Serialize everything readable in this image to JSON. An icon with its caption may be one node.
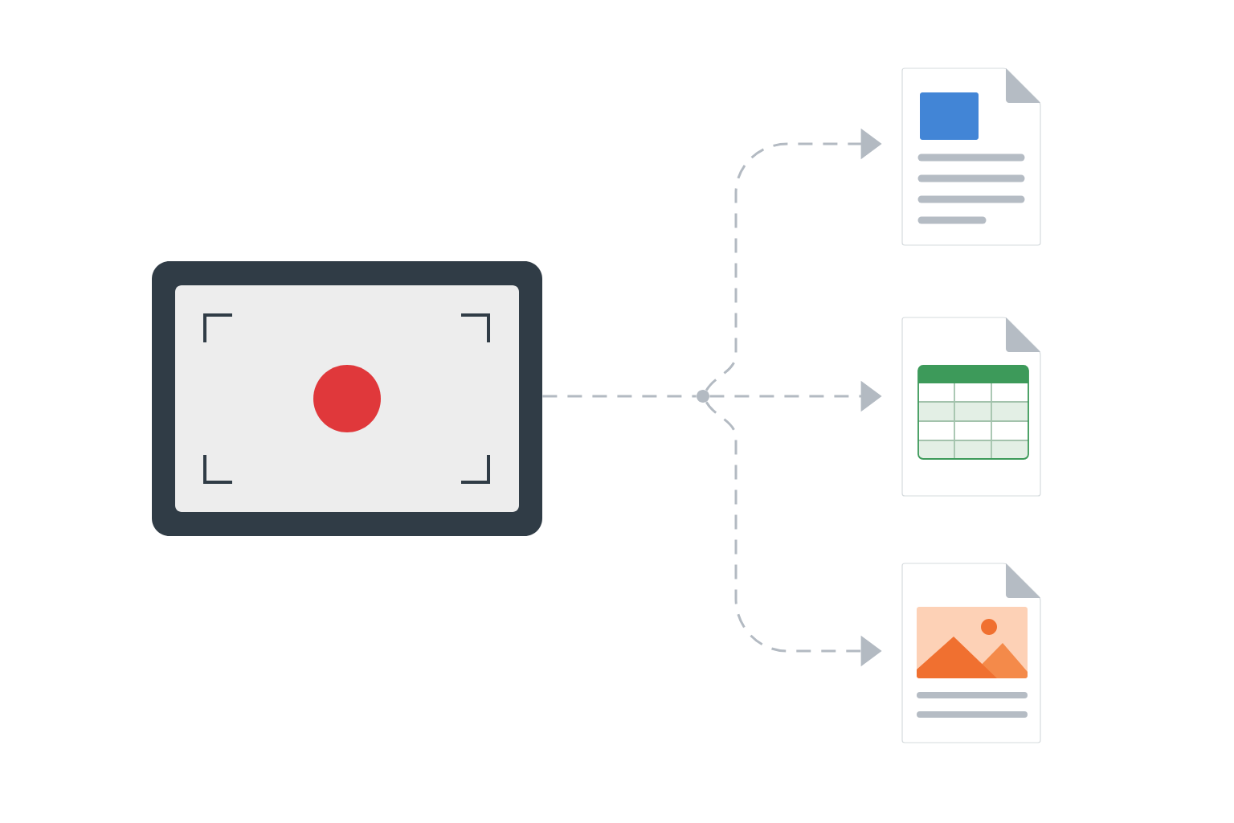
{
  "diagram": {
    "nodes": [
      {
        "text": [],
        "shape": "picture"
      },
      {
        "text": [],
        "shape": "circle"
      },
      {
        "text": [],
        "shape": "picture"
      },
      {
        "text": [],
        "shape": "picture"
      },
      {
        "text": [],
        "shape": "picture"
      }
    ],
    "edges": [
      {
        "from": 0,
        "to": 1,
        "arrow": "none",
        "style": "dashed"
      },
      {
        "from": 1,
        "to": 2,
        "arrow": "to",
        "style": "dashed"
      },
      {
        "from": 1,
        "to": 3,
        "arrow": "to",
        "style": "dashed"
      },
      {
        "from": 1,
        "to": 4,
        "arrow": "to",
        "style": "dashed"
      }
    ]
  }
}
